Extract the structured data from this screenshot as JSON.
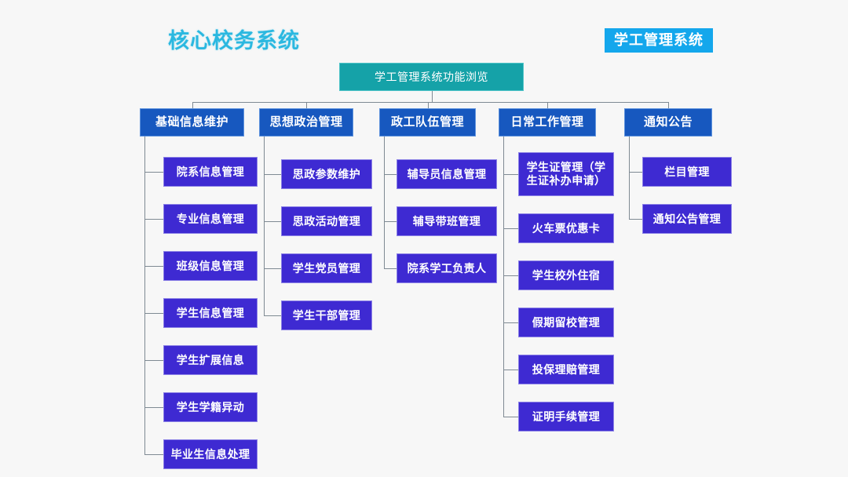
{
  "headings": {
    "page_title": "核心校务系统",
    "corner_badge": "学工管理系统"
  },
  "colors": {
    "background": "#f7f7f7",
    "title_cyan": "#2bb8e0",
    "badge_blue": "#14a7ec",
    "root_teal": "#15a2a8",
    "header_blue": "#1758bf",
    "leaf_indigo": "#3e2ad2",
    "connector_gray": "#7f8a93",
    "text_white": "#ffffff"
  },
  "diagram": {
    "type": "org-tree",
    "root": "学工管理系统功能浏览",
    "branches": [
      {
        "header": "基础信息维护",
        "children": [
          "院系信息管理",
          "专业信息管理",
          "班级信息管理",
          "学生信息管理",
          "学生扩展信息",
          "学生学籍异动",
          "毕业生信息处理"
        ]
      },
      {
        "header": "思想政治管理",
        "children": [
          "思政参数维护",
          "思政活动管理",
          "学生党员管理",
          "学生干部管理"
        ]
      },
      {
        "header": "政工队伍管理",
        "children": [
          "辅导员信息管理",
          "辅导带班管理",
          "院系学工负责人"
        ]
      },
      {
        "header": "日常工作管理",
        "children": [
          "学生证管理（学生证补办申请）",
          "火车票优惠卡",
          "学生校外住宿",
          "假期留校管理",
          "投保理赔管理",
          "证明手续管理"
        ]
      },
      {
        "header": "通知公告",
        "children": [
          "栏目管理",
          "通知公告管理"
        ]
      }
    ]
  }
}
